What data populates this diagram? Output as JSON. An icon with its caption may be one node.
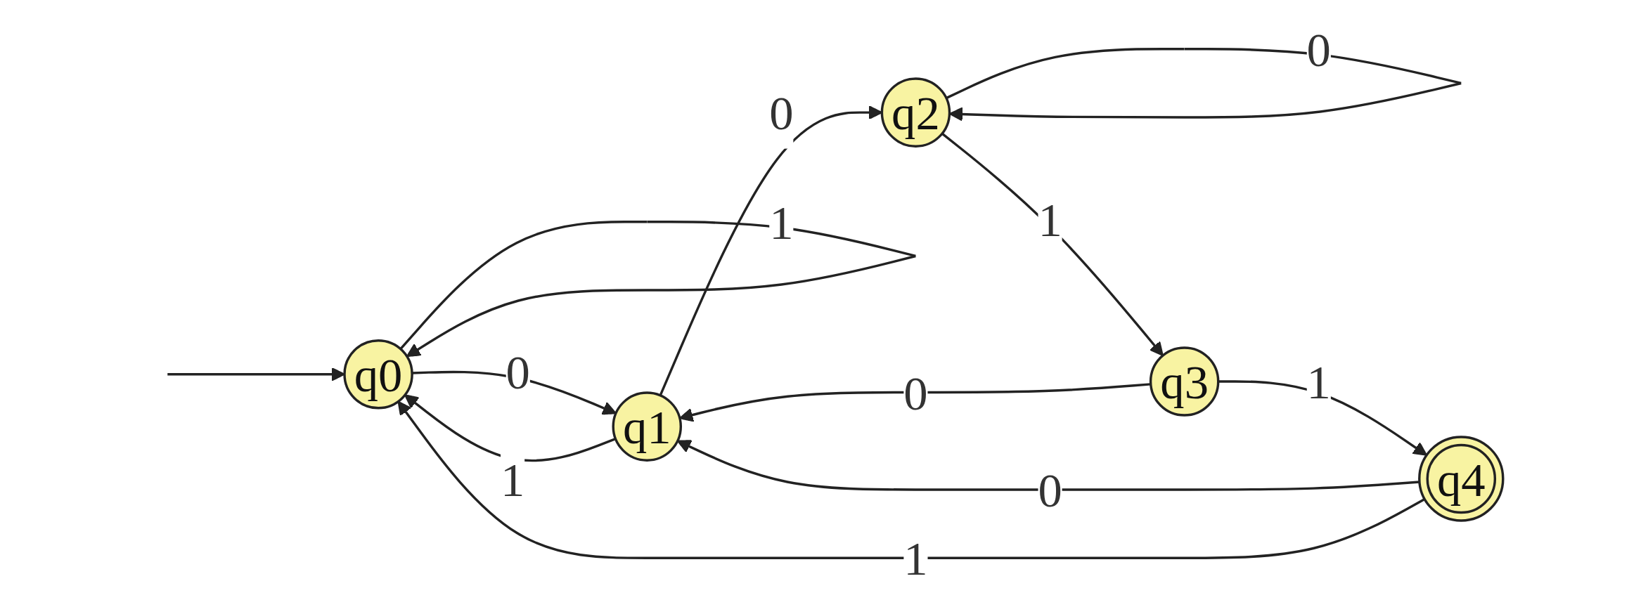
{
  "diagram": {
    "nodes": [
      {
        "text": [
          "q0"
        ]
      },
      {
        "text": [
          "q1"
        ]
      },
      {
        "text": [
          "q2"
        ]
      },
      {
        "text": [
          "q3"
        ]
      },
      {
        "text": [
          "q4"
        ]
      }
    ],
    "edges": [
      {
        "from": 0,
        "to": 0,
        "label": "1",
        "arrow": "to"
      },
      {
        "from": 0,
        "to": 1,
        "label": "0",
        "arrow": "to"
      },
      {
        "from": 1,
        "to": 0,
        "label": "1",
        "arrow": "to"
      },
      {
        "from": 1,
        "to": 2,
        "label": "0",
        "arrow": "to"
      },
      {
        "from": 2,
        "to": 2,
        "label": "0",
        "arrow": "to"
      },
      {
        "from": 2,
        "to": 3,
        "label": "1",
        "arrow": "to"
      },
      {
        "from": 3,
        "to": 4,
        "label": "1",
        "arrow": "to"
      },
      {
        "from": 4,
        "to": 1,
        "label": "0",
        "arrow": "to"
      },
      {
        "from": 3,
        "to": 1,
        "label": "0",
        "arrow": "to"
      },
      {
        "from": 4,
        "to": 0,
        "label": "1",
        "arrow": "to"
      },
      {
        "from": null,
        "to": 0,
        "arrow": "to"
      }
    ]
  }
}
